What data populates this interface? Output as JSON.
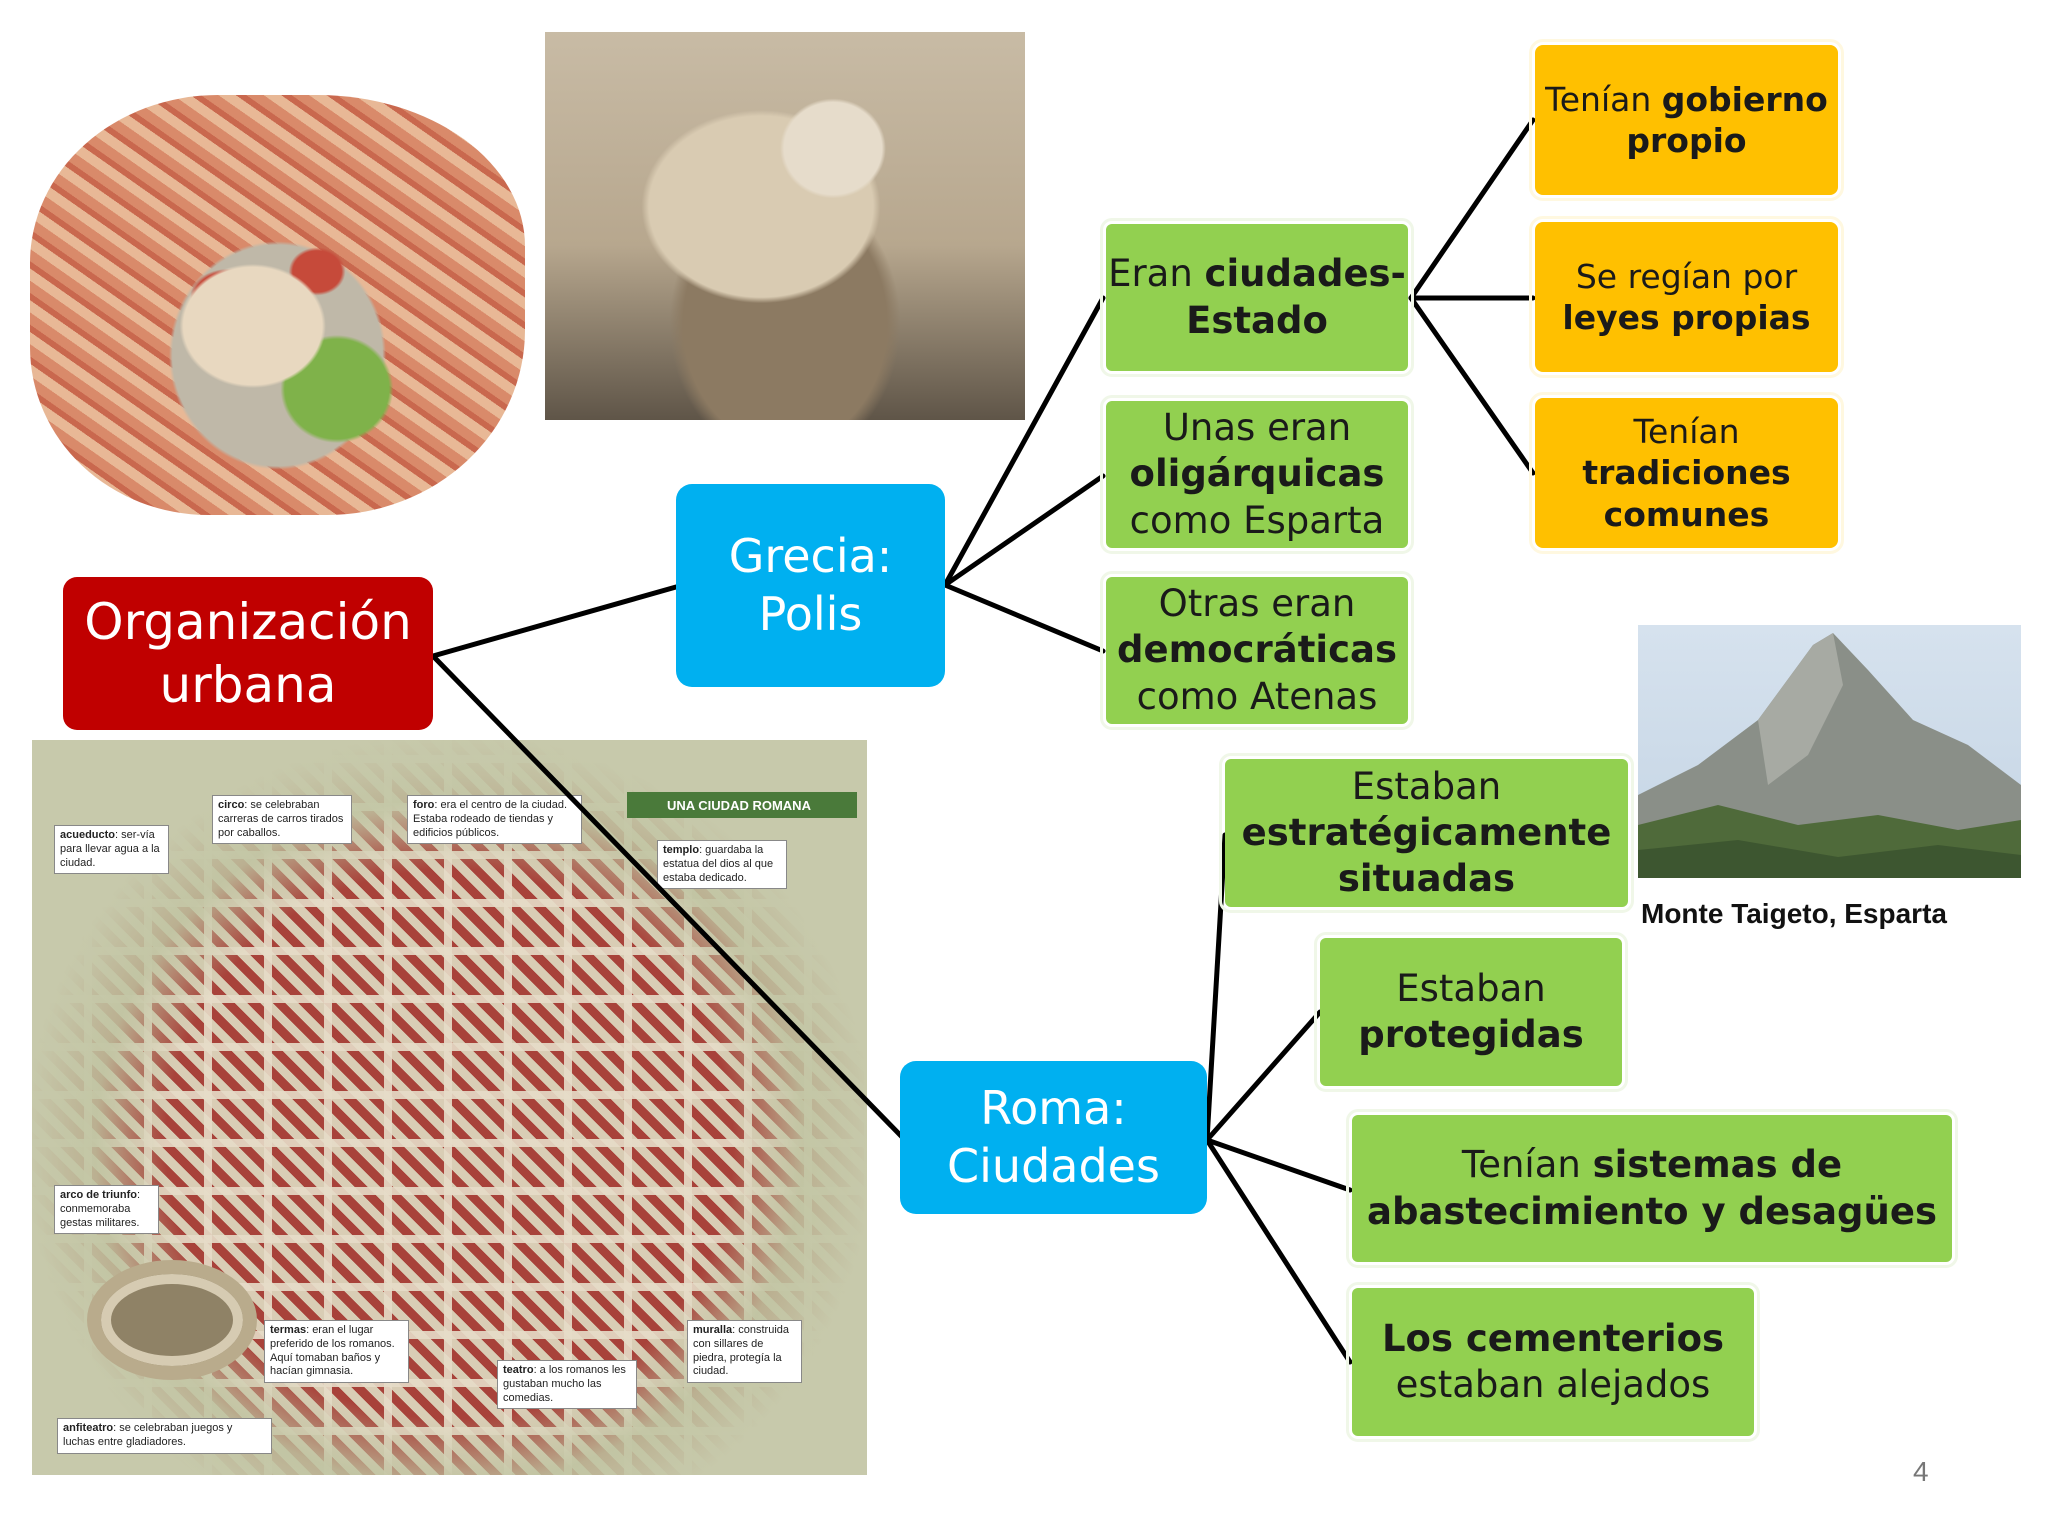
{
  "root": {
    "line1": "Organización",
    "line2": "urbana"
  },
  "greece": {
    "label": {
      "line1": "Grecia:",
      "line2": "Polis"
    },
    "nodes": {
      "city_state": {
        "pre": "Eran ",
        "bold": "ciudades-",
        "line2": "Estado"
      },
      "oligarchic": {
        "line1": "Unas eran",
        "bold": "oligárquicas",
        "line3": "como Esparta"
      },
      "democratic": {
        "line1": "Otras eran",
        "bold": "democráticas",
        "line3": "como Atenas"
      }
    },
    "traits": {
      "government": {
        "pre": "Tenían ",
        "bold1": "gobierno",
        "bold2": "propio"
      },
      "laws": {
        "line1": "Se regían por",
        "bold": "leyes propias"
      },
      "traditions": {
        "line1": "Tenían",
        "bold1": "tradiciones",
        "bold2": "comunes"
      }
    }
  },
  "rome": {
    "label": {
      "line1": "Roma:",
      "line2": "Ciudades"
    },
    "nodes": {
      "strategic": {
        "line1": "Estaban",
        "bold1": "estratégicamente",
        "bold2": "situadas"
      },
      "protected": {
        "line1": "Estaban",
        "bold": "protegidas"
      },
      "supply": {
        "pre": "Tenían ",
        "bold1": "sistemas de",
        "bold2": "abastecimiento y desagües"
      },
      "cemeteries": {
        "bold": "Los cementerios",
        "line2": "estaban alejados"
      }
    }
  },
  "caption_taigeto": "Monte Taigeto, Esparta",
  "page_number": "4",
  "roman_city": {
    "banner": "UNA CIUDAD ROMANA",
    "labels": {
      "acueducto": {
        "term": "acueducto",
        "text": ": ser-vía para llevar agua a la ciudad."
      },
      "circo": {
        "term": "circo",
        "text": ": se celebraban carreras de carros tirados por caballos."
      },
      "foro": {
        "term": "foro",
        "text": ": era el centro de la ciudad. Estaba rodeado de tiendas y edificios públicos."
      },
      "templo": {
        "term": "templo",
        "text": ": guardaba la estatua del dios al que estaba dedicado."
      },
      "arco": {
        "term": "arco de triunfo",
        "text": ": conmemoraba gestas militares."
      },
      "termas": {
        "term": "termas",
        "text": ": eran el lugar preferido de los romanos. Aquí tomaban baños y hacían gimnasia."
      },
      "teatro": {
        "term": "teatro",
        "text": ": a los romanos les gustaban mucho las comedias."
      },
      "muralla": {
        "term": "muralla",
        "text": ": construida con sillares de piedra, protegía la ciudad."
      },
      "anfiteatro": {
        "term": "anfiteatro",
        "text": ": se celebraban juegos y luchas entre gladiadores."
      }
    }
  },
  "colors": {
    "root": "#c00000",
    "hub": "#00b0f0",
    "node": "#92d050",
    "trait": "#ffc000",
    "connector": "#000000"
  }
}
